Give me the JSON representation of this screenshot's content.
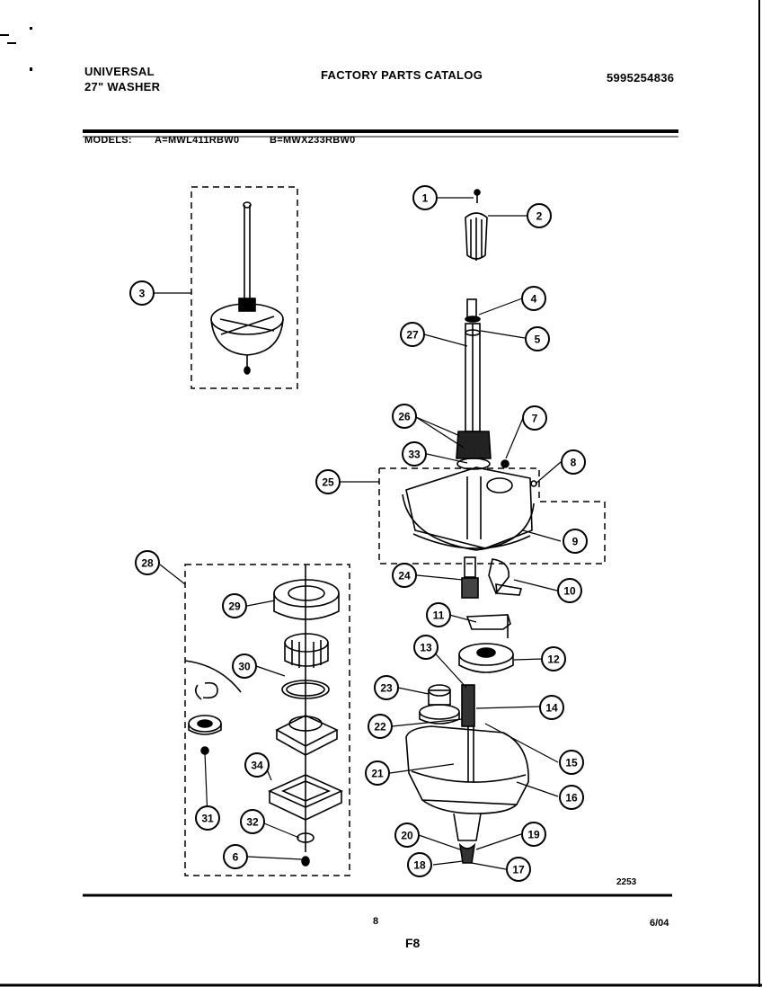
{
  "header": {
    "brand": "UNIVERSAL",
    "product": "27\" WASHER",
    "catalog_title": "FACTORY PARTS CATALOG",
    "catalog_number": "5995254836",
    "models_label": "MODELS:",
    "model_a": "A=MWL411RBW0",
    "model_b": "B=MWX233RBW0"
  },
  "callouts": [
    "1",
    "2",
    "3",
    "4",
    "5",
    "27",
    "26",
    "7",
    "33",
    "8",
    "25",
    "9",
    "28",
    "24",
    "10",
    "11",
    "29",
    "13",
    "12",
    "30",
    "23",
    "14",
    "22",
    "15",
    "21",
    "16",
    "34",
    "31",
    "32",
    "20",
    "19",
    "6",
    "18",
    "17"
  ],
  "drawing_code": "2253",
  "footer": {
    "page_number": "8",
    "figure": "F8",
    "date": "6/04"
  }
}
